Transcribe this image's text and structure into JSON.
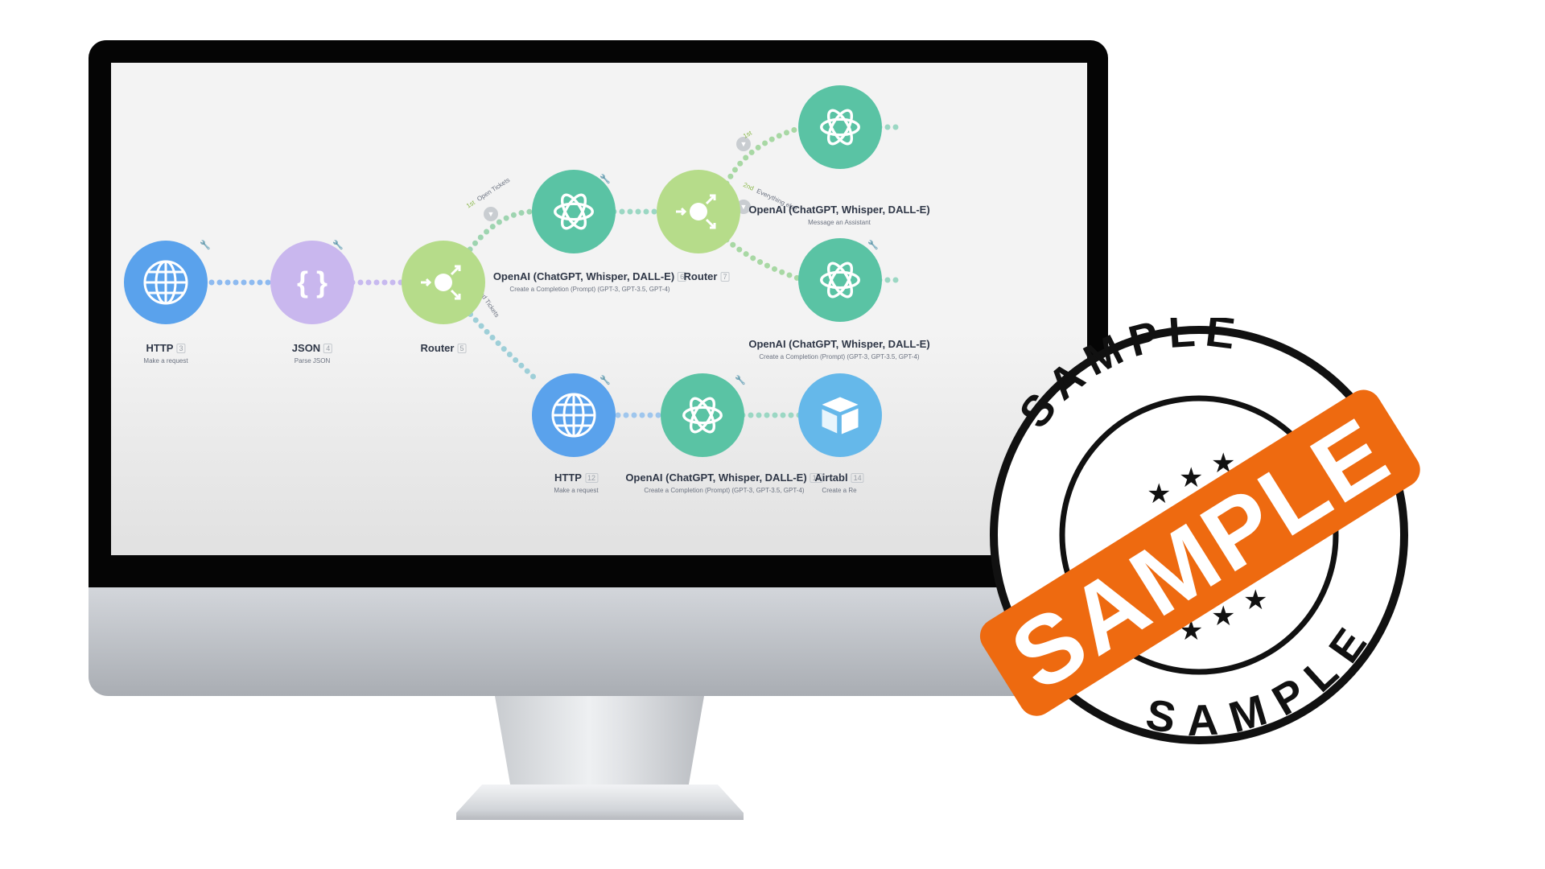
{
  "nodes": [
    {
      "key": "http1",
      "title": "HTTP",
      "badge": "3",
      "subtitle": "Make a request",
      "icon": "globe-icon"
    },
    {
      "key": "json",
      "title": "JSON",
      "badge": "4",
      "subtitle": "Parse JSON",
      "icon": "braces-icon"
    },
    {
      "key": "router1",
      "title": "Router",
      "badge": "5",
      "subtitle": "",
      "icon": "router-icon"
    },
    {
      "key": "openai6",
      "title": "OpenAI (ChatGPT, Whisper, DALL-E)",
      "badge": "6",
      "subtitle": "Create a Completion (Prompt) (GPT-3, GPT-3.5, GPT-4)",
      "icon": "openai-icon"
    },
    {
      "key": "router7",
      "title": "Router",
      "badge": "7",
      "subtitle": "",
      "icon": "router-icon"
    },
    {
      "key": "openai_top",
      "title": "OpenAI (ChatGPT, Whisper, DALL-E)",
      "badge": "",
      "subtitle": "Message an Assistant",
      "icon": "openai-icon"
    },
    {
      "key": "openai_mid",
      "title": "OpenAI (ChatGPT, Whisper, DALL-E)",
      "badge": "",
      "subtitle": "Create a Completion (Prompt) (GPT-3, GPT-3.5, GPT-4)",
      "icon": "openai-icon"
    },
    {
      "key": "http12",
      "title": "HTTP",
      "badge": "12",
      "subtitle": "Make a request",
      "icon": "globe-icon"
    },
    {
      "key": "openai13",
      "title": "OpenAI (ChatGPT, Whisper, DALL-E)",
      "badge": "13",
      "subtitle": "Create a Completion (Prompt) (GPT-3, GPT-3.5, GPT-4)",
      "icon": "openai-icon"
    },
    {
      "key": "airtable",
      "title": "Airtabl",
      "badge": "14",
      "subtitle": "Create a Re",
      "icon": "airtable-icon"
    }
  ],
  "routes": [
    {
      "order": "1st",
      "label": "Open Tickets"
    },
    {
      "order": "2nd",
      "label": "Solved Tickets"
    },
    {
      "order": "1st",
      "label": ""
    },
    {
      "order": "2nd",
      "label": "Everything else"
    }
  ],
  "stamp": {
    "ring_top": "SAMPLE",
    "ring_bottom": "SAMPLE",
    "banner": "SAMPLE"
  },
  "colors": {
    "http": "#5aa2ec",
    "json": "#c9b7ee",
    "router": "#b6dc8a",
    "openai": "#5ac3a4",
    "airtable": "#65b8ea",
    "banner": "#ee6a10",
    "stamp_ink": "#111111"
  }
}
